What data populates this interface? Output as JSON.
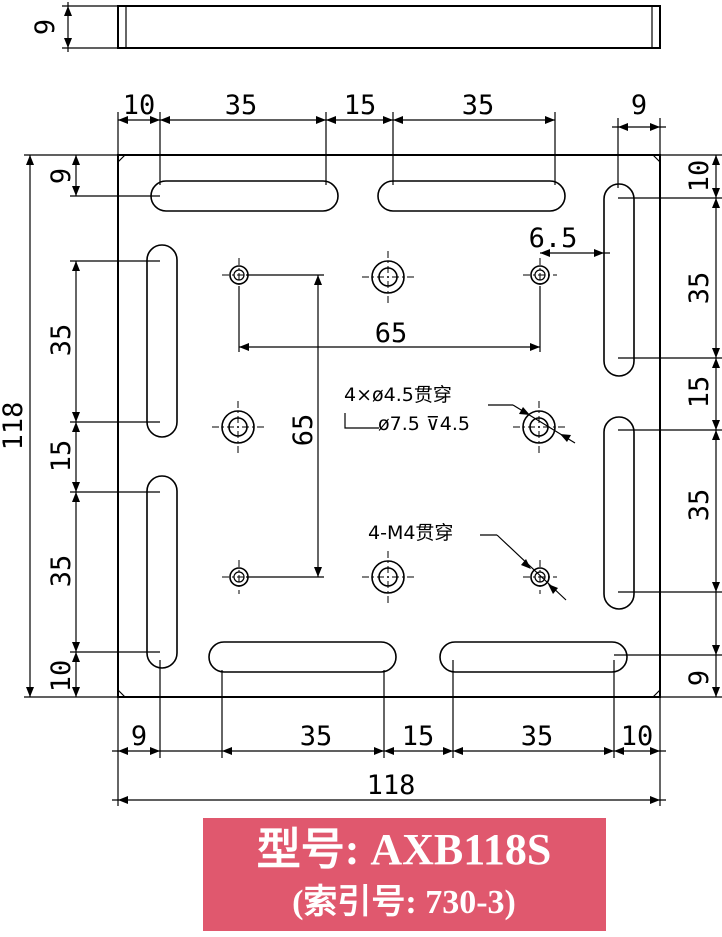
{
  "drawing": {
    "side_view_thickness": "9",
    "top_slots": {
      "edge_left": "10",
      "slot_a": "35",
      "gap": "15",
      "slot_b": "35"
    },
    "top_right_edge": "9",
    "left_edge_top": "9",
    "overall_height": "118",
    "left_slots": {
      "slot_a": "35",
      "gap": "15",
      "slot_b": "35",
      "edge_bottom": "10"
    },
    "right_slots": {
      "edge_top": "10",
      "slot_a": "35",
      "gap": "15",
      "slot_b": "35",
      "edge_bottom": "9"
    },
    "hole_offset": "6.5",
    "hole_pitch_x": "65",
    "hole_pitch_y": "65",
    "bottom_slots": {
      "edge_left": "9",
      "slot_a": "35",
      "gap": "15",
      "slot_b": "35",
      "edge_right": "10"
    },
    "overall_width": "118",
    "callout_counterbore": {
      "line1": "4×ø4.5贯穿",
      "line2": "ø7.5 ⊽4.5"
    },
    "callout_thread": "4-M4贯穿"
  },
  "caption": {
    "model_line": "型号: AXB118S",
    "index_line": "(索引号: 730-3)",
    "background": "#e0586e",
    "text_color": "#ffffff"
  }
}
